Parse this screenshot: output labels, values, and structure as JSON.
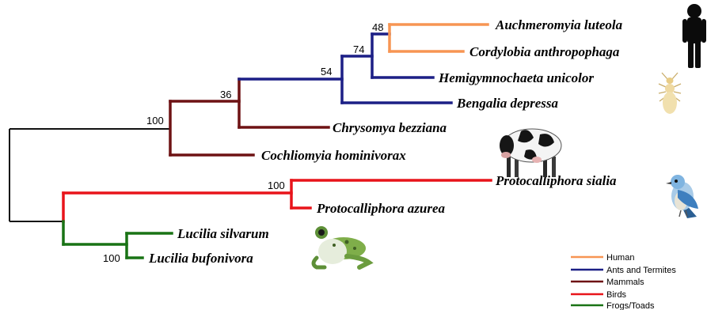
{
  "tree": {
    "taxa": [
      "Auchmeromyia luteola",
      "Cordylobia anthropophaga",
      "Hemigymnochaeta unicolor",
      "Bengalia depressa",
      "Chrysomya bezziana",
      "Cochliomyia hominivorax",
      "Protocalliphora sialia",
      "Protocalliphora azurea",
      "Lucilia silvarum",
      "Lucilia bufonivora"
    ],
    "bootstrap": [
      "48",
      "74",
      "54",
      "36",
      "100",
      "100",
      "100"
    ]
  },
  "legend": {
    "items": [
      {
        "label": "Human",
        "color": "#f79553"
      },
      {
        "label": "Ants and Termites",
        "color": "#1c1f86"
      },
      {
        "label": "Mammals",
        "color": "#6e1214"
      },
      {
        "label": "Birds",
        "color": "#e8141a"
      },
      {
        "label": "Frogs/Toads",
        "color": "#197315"
      }
    ]
  },
  "icons": [
    "human-silhouette-icon",
    "termite-icon",
    "cow-icon",
    "bird-icon",
    "frog-icon"
  ]
}
